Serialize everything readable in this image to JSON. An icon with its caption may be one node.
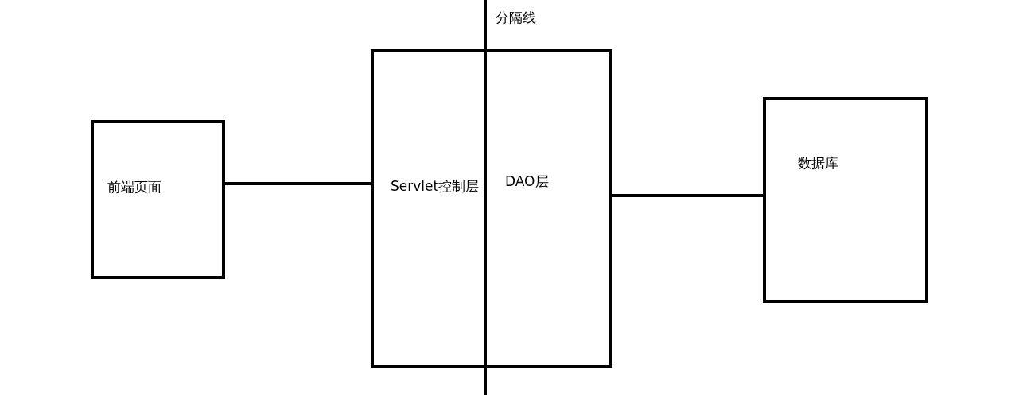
{
  "diagram": {
    "nodes": [
      {
        "text": [
          "前端页面"
        ]
      },
      {
        "text": [
          "Servlet控制层",
          "DAO层"
        ]
      },
      {
        "text": [
          "数据库"
        ]
      }
    ],
    "edges": [
      {
        "from": 0,
        "to": 1,
        "arrow": "none"
      },
      {
        "from": 1,
        "to": 2,
        "arrow": "none"
      }
    ],
    "labels": [
      "分隔线"
    ]
  }
}
